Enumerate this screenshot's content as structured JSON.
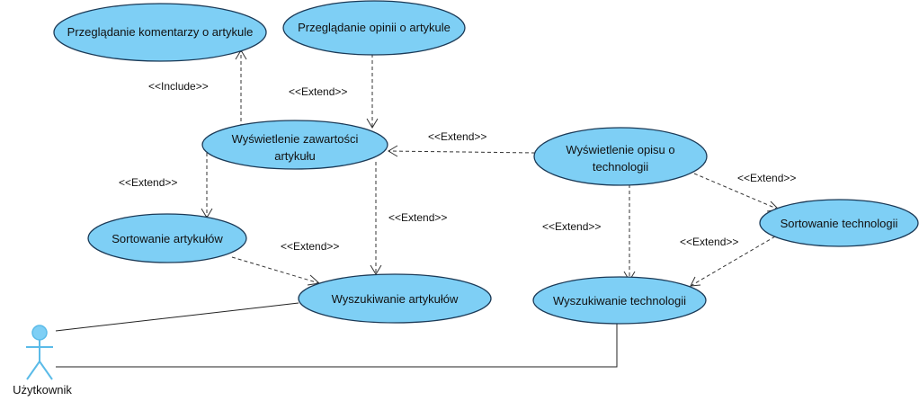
{
  "use_cases": {
    "przegladanie_komentarzy": "Przeglądanie komentarzy o artykule",
    "przegladanie_opinii": "Przeglądanie opinii o artykule",
    "wyswietlenie_zawartosci_line1": "Wyświetlenie zawartości",
    "wyswietlenie_zawartosci_line2": "artykułu",
    "wyswietlenie_opisu_line1": "Wyświetlenie opisu o",
    "wyswietlenie_opisu_line2": "technologii",
    "sortowanie_artykulow": "Sortowanie artykułów",
    "wyszukiwanie_artykulow": "Wyszukiwanie artykułów",
    "sortowanie_technologii": "Sortowanie technologii",
    "wyszukiwanie_technologii": "Wyszukiwanie technologii"
  },
  "actor": {
    "name": "Użytkownik"
  },
  "labels": {
    "include": "<<Include>>",
    "extend_opinie": "<<Extend>>",
    "extend_opis_zawartosc": "<<Extend>>",
    "extend_sortowanie_art": "<<Extend>>",
    "extend_zawartosc_wyszuk": "<<Extend>>",
    "extend_sort_wyszuk_art": "<<Extend>>",
    "extend_opis_sort_tech": "<<Extend>>",
    "extend_opis_wyszuk_tech": "<<Extend>>",
    "extend_sort_wyszuk_tech": "<<Extend>>"
  }
}
